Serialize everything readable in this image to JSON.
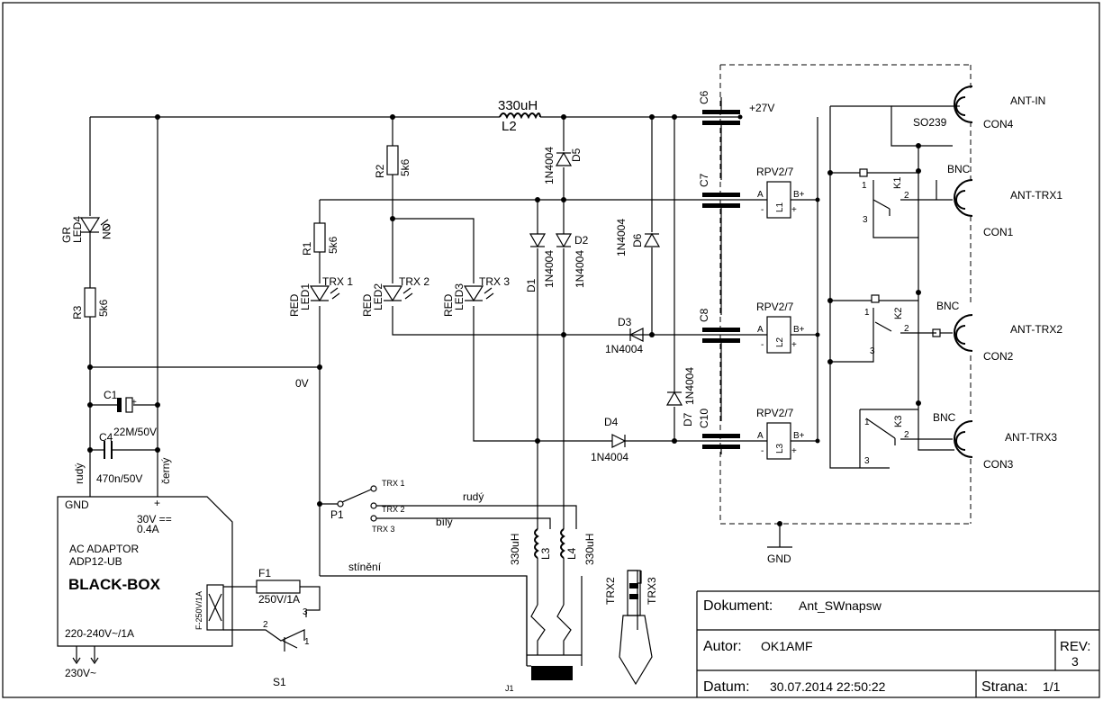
{
  "title_block": {
    "document_label": "Dokument:",
    "document_value": "Ant_SWnapsw",
    "author_label": "Autor:",
    "author_value": "OK1AMF",
    "rev_label": "REV:",
    "rev_value": "3",
    "date_label": "Datum:",
    "date_value": "30.07.2014 22:50:22",
    "page_label": "Strana:",
    "page_value": "1/1"
  },
  "nets": {
    "zero_v": "0V",
    "plus27": "+27V",
    "gnd": "GND",
    "rudy_wire": "rudý",
    "bily_wire": "bílý",
    "stineni": "stínění",
    "rudy_vertical": "rudý",
    "cerny_vertical": "černý"
  },
  "components": {
    "l2_value": "330uH",
    "l2_name": "L2",
    "c6": "C6",
    "c7": "C7",
    "c8": "C8",
    "c10": "C10",
    "d5_top": "D5",
    "d5_top_type": "1N4004",
    "d6": "D6",
    "d6_type": "1N4004",
    "d1": "D1",
    "d1_type": "1N4004",
    "d2": "D2",
    "d2_type": "1N4004",
    "d3": "D3",
    "d3_type": "1N4004",
    "d4": "D4",
    "d4_type": "1N4004",
    "d7": "D7",
    "d7_type": "1N4004",
    "r1": "R1",
    "r1_value": "5k6",
    "r2": "R2",
    "r2_value": "5k6",
    "r3": "R3",
    "r3_value": "5k6",
    "led4_a": "GR",
    "led4_b": "LED4",
    "led4_label": "ON",
    "led1_a": "RED",
    "led1_b": "LED1",
    "led1_label": "TRX 1",
    "led2_a": "RED",
    "led2_b": "LED2",
    "led2_label": "TRX 2",
    "led3_a": "RED",
    "led3_b": "LED3",
    "led3_label": "TRX 3",
    "c1": "C1",
    "c1_value": "22M/50V",
    "c4": "C4",
    "c4_value": "470n/50V",
    "relay_type_1": "RPV2/7",
    "relay_type_2": "RPV2/7",
    "relay_type_3": "RPV2/7",
    "k1": "K1",
    "k2": "K2",
    "k3": "K3",
    "l1": "L1",
    "l2r": "L2",
    "l3r": "L3",
    "pin_a": "A",
    "pin_b": "B+",
    "pin_minus": "-",
    "pin_plus": "+",
    "p1": "P1",
    "p1_trx1": "TRX 1",
    "p1_trx2": "TRX 2",
    "p1_trx3": "TRX 3",
    "l3_coil": "L3",
    "l3_value": "330uH",
    "l4_coil": "L4",
    "l4_value": "330uH",
    "j1": "J1",
    "trx2": "TRX2",
    "trx3": "TRX3",
    "f1": "F1",
    "f1_value": "250V/1A",
    "s1": "S1",
    "mains": "230V~",
    "sw_pin2": "2",
    "sw_pin3": "3",
    "sw_pin1": "1"
  },
  "adapter": {
    "gnd": "GND",
    "plus": "+",
    "out_voltage": "30V ==",
    "out_current": "0.4A",
    "line1": "AC ADAPTOR",
    "line2": "ADP12-UB",
    "name": "BLACK-BOX",
    "input": "220-240V~/1A",
    "fuse": "F-250V/1A"
  },
  "antennas": {
    "ant_in": "ANT-IN",
    "con4": "CON4",
    "so239": "SO239",
    "bnc1": "BNC",
    "ant_trx1": "ANT-TRX1",
    "con1": "CON1",
    "bnc2": "BNC",
    "ant_trx2": "ANT-TRX2",
    "con2": "CON2",
    "bnc3": "BNC",
    "ant_trx3": "ANT-TRX3",
    "con3": "CON3",
    "pin1": "1",
    "pin2": "2",
    "pin3": "3"
  }
}
